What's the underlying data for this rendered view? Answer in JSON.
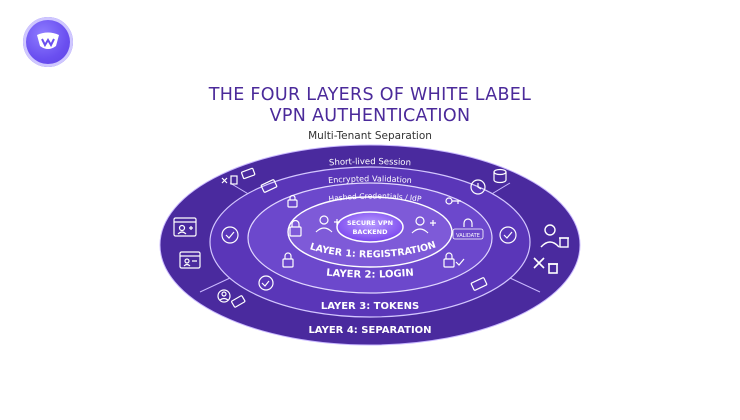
{
  "header": {
    "title_line1": "THE FOUR LAYERS OF WHITE LABEL",
    "title_line2": "VPN AUTHENTICATION",
    "subtitle": "Multi-Tenant Separation"
  },
  "rings": {
    "outer_label": "Short-lived Session",
    "ring3_label": "Encrypted Validation",
    "ring2_label": "Hashed Credentials / IdP"
  },
  "core": {
    "line1": "SECURE VPN",
    "line2": "BACKEND"
  },
  "badges": {
    "validate": "VALIDATE"
  },
  "layers": {
    "layer1": "LAYER 1: REGISTRATION",
    "layer2": "LAYER 2: LOGIN",
    "layer3": "LAYER 3: TOKENS",
    "layer4": "LAYER 4: SEPARATION"
  },
  "colors": {
    "outer": "#4a2a9e",
    "ring3": "#5a36b8",
    "ring2": "#6c48cc",
    "ring1": "#7e5ad8",
    "core": "#8b5cf6",
    "title": "#4b2a9a"
  }
}
